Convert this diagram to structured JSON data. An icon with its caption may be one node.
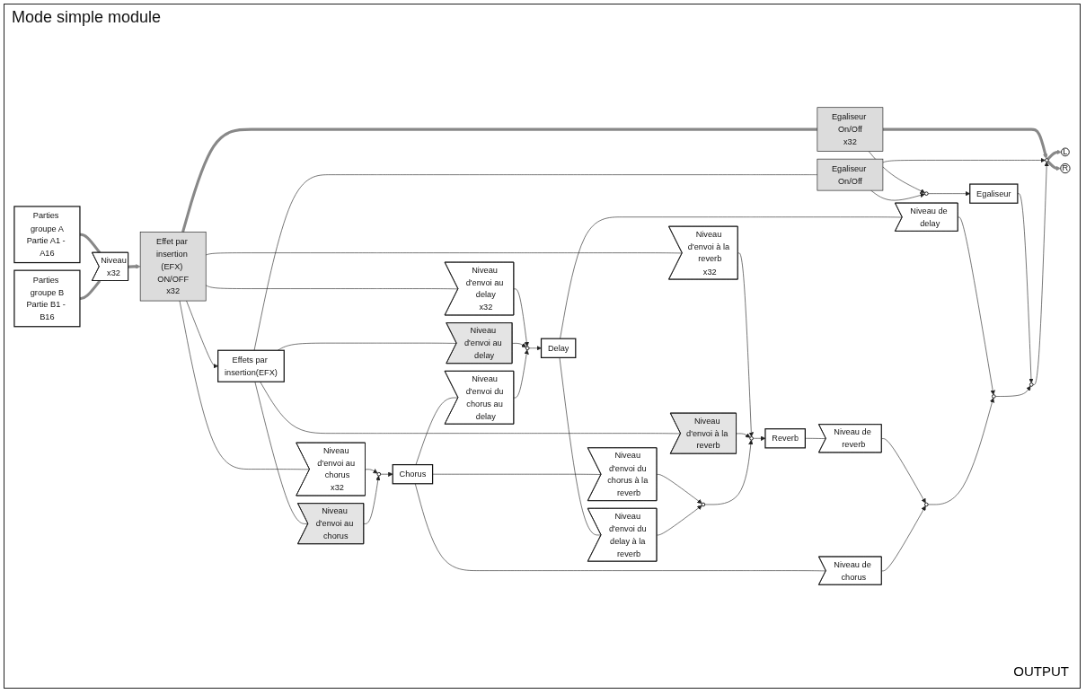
{
  "diagram": {
    "title": "Mode simple module",
    "nodes": [
      {
        "text": [
          "Parties groupe A",
          "Partie A1 - A16"
        ]
      },
      {
        "text": [
          "Parties groupe B",
          "Partie B1 - B16"
        ]
      },
      {
        "text": [
          "Niveau",
          "x32"
        ]
      },
      {
        "text": [
          "Effet par insertion (EFX) ON/OFF",
          "x32"
        ]
      },
      {
        "text": [
          "Egaliseur On/Off",
          "x32"
        ]
      },
      {
        "text": [
          "Effets par insertion(EFX)"
        ]
      },
      {
        "text": [
          "Egaliseur On/Off"
        ]
      },
      {
        "text": [
          "Niveau d'envoi à la reverb",
          "x32"
        ]
      },
      {
        "text": [
          "Niveau d'envoi au chorus",
          "x32"
        ]
      },
      {
        "text": [
          "Niveau d'envoi au delay",
          "x32"
        ]
      },
      {
        "text": [
          "Niveau d'envoi à la reverb"
        ]
      },
      {
        "text": [
          "Niveau d'envoi au chorus"
        ]
      },
      {
        "text": [
          "Niveau d'envoi au delay"
        ]
      },
      {
        "text": [],
        "shape": "circle"
      },
      {
        "text": [
          "Reverb"
        ]
      },
      {
        "text": [],
        "shape": "circle"
      },
      {
        "text": [
          "Chorus"
        ]
      },
      {
        "text": [],
        "shape": "circle"
      },
      {
        "text": [
          "Delay"
        ]
      },
      {
        "text": [],
        "shape": "circle"
      },
      {
        "text": [
          "Egaliseur"
        ]
      },
      {
        "text": [
          "Niveau d'envoi du chorus à la reverb"
        ]
      },
      {
        "text": [
          "Niveau d'envoi du delay à la reverb"
        ]
      },
      {
        "text": [],
        "shape": "circle"
      },
      {
        "text": [
          "Niveau d'envoi du chorus au delay"
        ]
      },
      {
        "text": [
          "Niveau de reverb"
        ]
      },
      {
        "text": [
          "Niveau de chorus"
        ]
      },
      {
        "text": [
          "Niveau de delay"
        ]
      },
      {
        "text": [],
        "shape": "circle"
      },
      {
        "text": [],
        "shape": "circle"
      },
      {
        "text": [],
        "shape": "circle"
      },
      {
        "text": [],
        "shape": "circle"
      },
      {
        "text": [
          "L"
        ]
      },
      {
        "text": [
          "R"
        ]
      }
    ],
    "edges": [
      {
        "from": 0,
        "to": 2,
        "arrow": "none",
        "style": "thick",
        "color": "#888888"
      },
      {
        "from": 1,
        "to": 2,
        "arrow": "none",
        "style": "thick",
        "color": "#888888"
      },
      {
        "from": 2,
        "to": 3,
        "arrow": "to",
        "style": "thick",
        "color": "#888888"
      },
      {
        "from": 3,
        "to": 4,
        "arrow": "none",
        "style": "thick",
        "color": "#888888"
      },
      {
        "from": 4,
        "to": 31,
        "arrow": "to",
        "style": "thick",
        "color": "#888888"
      },
      {
        "from": 3,
        "to": 7,
        "arrow": "none"
      },
      {
        "from": 3,
        "to": 8,
        "arrow": "none"
      },
      {
        "from": 3,
        "to": 9,
        "arrow": "none"
      },
      {
        "from": 3,
        "to": 5,
        "arrow": "to"
      },
      {
        "from": 7,
        "to": 13,
        "arrow": "to"
      },
      {
        "from": 8,
        "to": 15,
        "arrow": "to"
      },
      {
        "from": 9,
        "to": 17,
        "arrow": "to"
      },
      {
        "from": 5,
        "to": 10,
        "arrow": "none"
      },
      {
        "from": 5,
        "to": 11,
        "arrow": "none"
      },
      {
        "from": 5,
        "to": 12,
        "arrow": "none"
      },
      {
        "from": 5,
        "to": 6,
        "arrow": "none"
      },
      {
        "from": 10,
        "to": 13,
        "arrow": "to"
      },
      {
        "from": 11,
        "to": 15,
        "arrow": "to"
      },
      {
        "from": 12,
        "to": 17,
        "arrow": "to"
      },
      {
        "from": 4,
        "to": 19,
        "arrow": "to"
      },
      {
        "from": 6,
        "to": 19,
        "arrow": "to"
      },
      {
        "from": 6,
        "to": 31,
        "arrow": "to"
      },
      {
        "from": 13,
        "to": 14,
        "arrow": "to"
      },
      {
        "from": 15,
        "to": 16,
        "arrow": "to"
      },
      {
        "from": 17,
        "to": 18,
        "arrow": "to"
      },
      {
        "from": 19,
        "to": 20,
        "arrow": "to"
      },
      {
        "from": 14,
        "to": 25,
        "arrow": "none"
      },
      {
        "from": 25,
        "to": 28,
        "arrow": "to"
      },
      {
        "from": 16,
        "to": 26,
        "arrow": "none"
      },
      {
        "from": 26,
        "to": 28,
        "arrow": "to"
      },
      {
        "from": 16,
        "to": 21,
        "arrow": "none"
      },
      {
        "from": 16,
        "to": 24,
        "arrow": "none"
      },
      {
        "from": 21,
        "to": 23,
        "arrow": "to"
      },
      {
        "from": 22,
        "to": 23,
        "arrow": "to"
      },
      {
        "from": 23,
        "to": 13,
        "arrow": "to"
      },
      {
        "from": 18,
        "to": 22,
        "arrow": "none"
      },
      {
        "from": 24,
        "to": 17,
        "arrow": "to"
      },
      {
        "from": 18,
        "to": 27,
        "arrow": "none"
      },
      {
        "from": 27,
        "to": 29,
        "arrow": "to"
      },
      {
        "from": 28,
        "to": 29,
        "arrow": "to"
      },
      {
        "from": 20,
        "to": 30,
        "arrow": "to"
      },
      {
        "from": 29,
        "to": 30,
        "arrow": "to"
      },
      {
        "from": 30,
        "to": 31,
        "arrow": "to"
      },
      {
        "from": 31,
        "to": 32,
        "arrow": "to",
        "style": "thick",
        "color": "#888888"
      },
      {
        "from": 31,
        "to": 33,
        "arrow": "to",
        "style": "thick",
        "color": "#888888"
      }
    ],
    "labels": [
      "OUTPUT"
    ]
  }
}
